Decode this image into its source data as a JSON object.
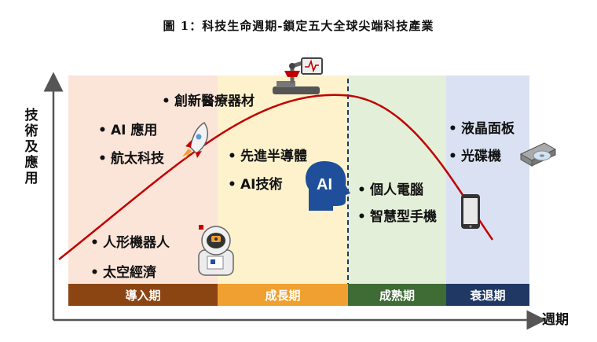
{
  "title": "圖 1：科技生命週期-鎖定五大全球尖端科技產業",
  "axes": {
    "y_label": "技術及應用",
    "x_label": "週期"
  },
  "phases": [
    {
      "label": "導入期",
      "color": "#8b4513",
      "band": "#fbe4d8"
    },
    {
      "label": "成長期",
      "color": "#f0a030",
      "band": "#fdf2cc"
    },
    {
      "label": "成熟期",
      "color": "#3f6b35",
      "band": "#e4efd9"
    },
    {
      "label": "衰退期",
      "color": "#1f3864",
      "band": "#d9e1f2"
    }
  ],
  "items": {
    "medical": "創新醫療器材",
    "ai_app": "AI 應用",
    "aerospace": "航太科技",
    "semiconductor": "先進半導體",
    "ai_tech": "AI技術",
    "pc": "個人電腦",
    "smartphone": "智慧型手機",
    "lcd": "液晶面板",
    "optical": "光碟機",
    "robot": "人形機器人",
    "space_economy": "太空經濟"
  },
  "ai_badge": "AI",
  "bullet": "•",
  "colors": {
    "curve": "#c00000",
    "axis": "#555555",
    "divider": "#1f3864"
  },
  "icons": [
    "medical-robot-icon",
    "rocket-icon",
    "ai-head-icon",
    "smartphone-icon",
    "optical-drive-icon",
    "astronaut-icon"
  ]
}
